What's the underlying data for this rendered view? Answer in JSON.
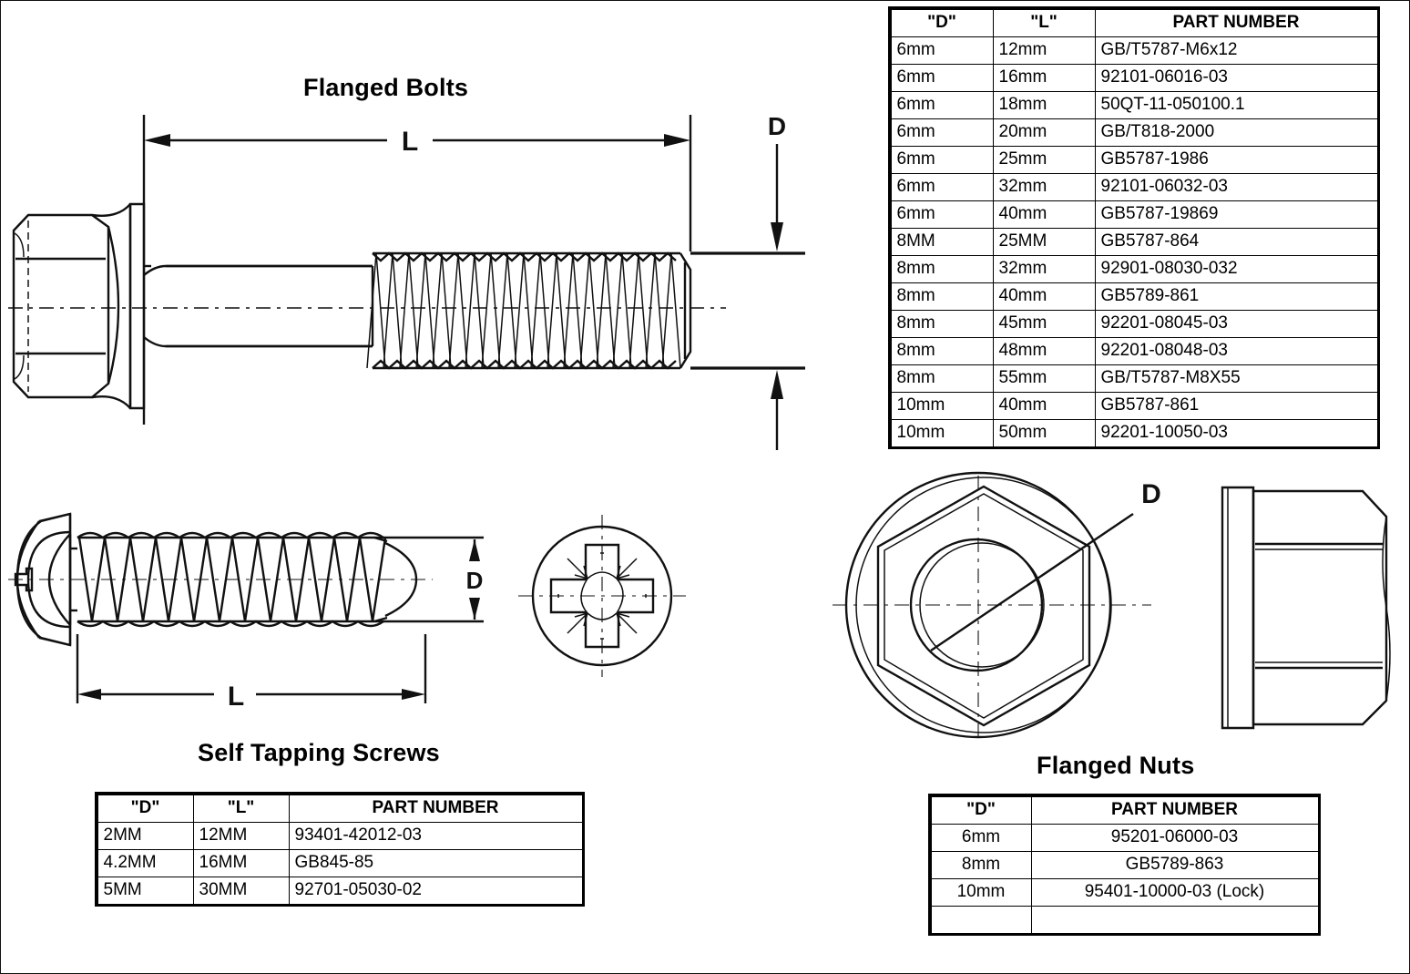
{
  "page": {
    "background": "#ffffff",
    "ink": "#111111"
  },
  "sections": {
    "flanged_bolts": {
      "title": "Flanged Bolts",
      "dimension_labels": {
        "length": "L",
        "diameter": "D"
      }
    },
    "self_tapping_screws": {
      "title": "Self Tapping Screws",
      "dimension_labels": {
        "length": "L",
        "diameter": "D"
      }
    },
    "flanged_nuts": {
      "title": "Flanged Nuts",
      "dimension_labels": {
        "diameter": "D"
      }
    }
  },
  "tables": {
    "flanged_bolts": {
      "headers": [
        "\"D\"",
        "\"L\"",
        "PART NUMBER"
      ],
      "rows": [
        [
          "6mm",
          "12mm",
          "GB/T5787-M6x12"
        ],
        [
          "6mm",
          "16mm",
          "92101-06016-03"
        ],
        [
          "6mm",
          "18mm",
          "50QT-11-050100.1"
        ],
        [
          "6mm",
          "20mm",
          "GB/T818-2000"
        ],
        [
          "6mm",
          "25mm",
          "GB5787-1986"
        ],
        [
          "6mm",
          "32mm",
          "92101-06032-03"
        ],
        [
          "6mm",
          "40mm",
          "GB5787-19869"
        ],
        [
          "8MM",
          "25MM",
          "GB5787-864"
        ],
        [
          "8mm",
          "32mm",
          "92901-08030-032"
        ],
        [
          "8mm",
          "40mm",
          "GB5789-861"
        ],
        [
          "8mm",
          "45mm",
          "92201-08045-03"
        ],
        [
          "8mm",
          "48mm",
          "92201-08048-03"
        ],
        [
          "8mm",
          "55mm",
          "GB/T5787-M8X55"
        ],
        [
          "10mm",
          "40mm",
          "GB5787-861"
        ],
        [
          "10mm",
          "50mm",
          "92201-10050-03"
        ]
      ]
    },
    "self_tapping_screws": {
      "headers": [
        "\"D\"",
        "\"L\"",
        "PART NUMBER"
      ],
      "rows": [
        [
          "2MM",
          "12MM",
          "93401-42012-03"
        ],
        [
          "4.2MM",
          "16MM",
          "GB845-85"
        ],
        [
          "5MM",
          "30MM",
          "92701-05030-02"
        ]
      ]
    },
    "flanged_nuts": {
      "headers": [
        "\"D\"",
        "PART NUMBER"
      ],
      "rows": [
        [
          "6mm",
          "95201-06000-03"
        ],
        [
          "8mm",
          "GB5789-863"
        ],
        [
          "10mm",
          "95401-10000-03 (Lock)"
        ],
        [
          "",
          ""
        ]
      ]
    }
  }
}
